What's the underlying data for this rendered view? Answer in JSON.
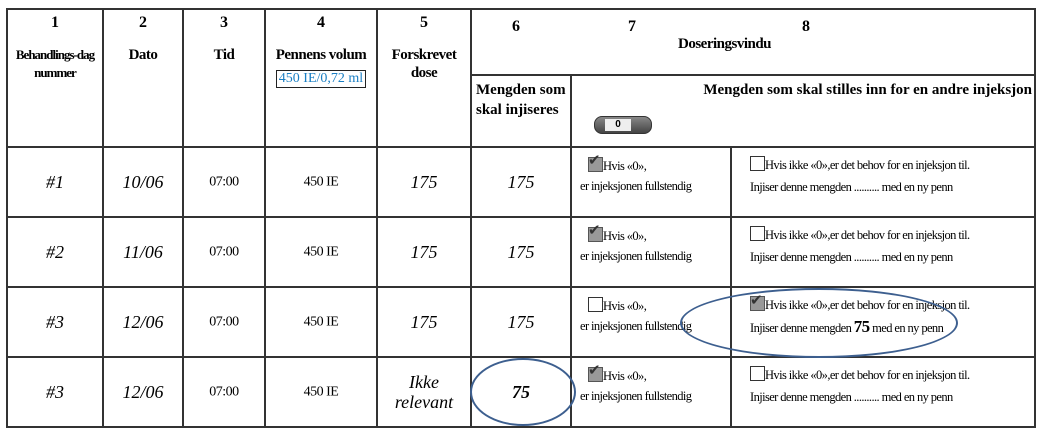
{
  "headers": {
    "c1": {
      "num": "1",
      "label": "Behandlings-dag nummer"
    },
    "c2": {
      "num": "2",
      "label": "Dato"
    },
    "c3": {
      "num": "3",
      "label": "Tid"
    },
    "c4": {
      "num": "4",
      "label": "Pennens volum",
      "box": "450 IE/0,72 ml"
    },
    "c5": {
      "num": "5",
      "label": "Forskrevet dose"
    },
    "c6": {
      "num": "6",
      "sub": "Mengden som skal injiseres"
    },
    "c7": {
      "num": "7"
    },
    "c8": {
      "num": "8",
      "label": "Doseringsvindu",
      "sub": "Mengden som skal stilles inn for en andre injeksjon",
      "dial": "0"
    }
  },
  "rows": [
    {
      "day": "#1",
      "date": "10/06",
      "time": "07:00",
      "volume": "450 IE",
      "dose": "175",
      "inject": "175",
      "c7_checked": true,
      "c8_checked": false,
      "c8_amount": ".........."
    },
    {
      "day": "#2",
      "date": "11/06",
      "time": "07:00",
      "volume": "450 IE",
      "dose": "175",
      "inject": "175",
      "c7_checked": true,
      "c8_checked": false,
      "c8_amount": ".........."
    },
    {
      "day": "#3",
      "date": "12/06",
      "time": "07:00",
      "volume": "450 IE",
      "dose": "175",
      "inject": "175",
      "c7_checked": false,
      "c8_checked": true,
      "c8_amount": "75"
    },
    {
      "day": "#3",
      "date": "12/06",
      "time": "07:00",
      "volume": "450 IE",
      "dose": "Ikke relevant",
      "inject": "75",
      "c7_checked": true,
      "c8_checked": false,
      "c8_amount": ".........."
    }
  ],
  "texts": {
    "c7_line1": "Hvis «0»,",
    "c7_line2": "er injeksjonen fullstendig",
    "c8_line1": "Hvis ikke «0»,er det behov for en injeksjon til.",
    "c8_pre": "Injiser denne mengden",
    "c8_post": "med en ny penn"
  },
  "colors": {
    "oval": "#3d5f8f",
    "pen_text": "#1a7fc4"
  }
}
